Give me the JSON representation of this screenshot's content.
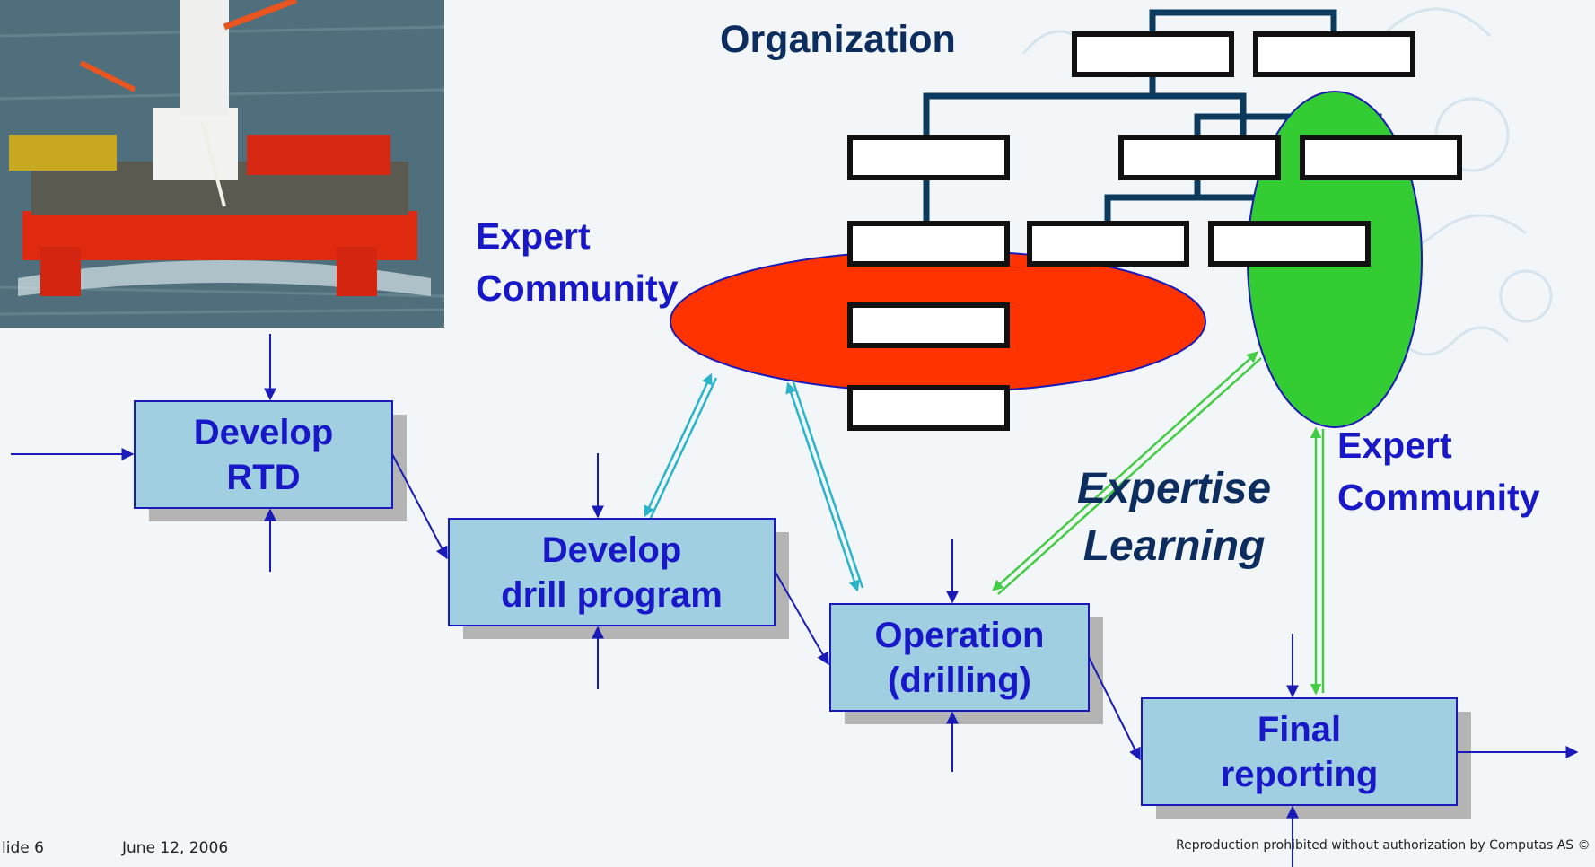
{
  "labels": {
    "organization": "Organization",
    "expert_community_left": {
      "line1": "Expert",
      "line2": "Community"
    },
    "expert_community_right": {
      "line1": "Expert",
      "line2": "Community"
    },
    "expertise_learning": {
      "line1": "Expertise",
      "line2": "Learning"
    }
  },
  "process_steps": [
    {
      "line1": "Develop",
      "line2": "RTD"
    },
    {
      "line1": "Develop",
      "line2": "drill program"
    },
    {
      "line1": "Operation",
      "line2": "(drilling)"
    },
    {
      "line1": "Final",
      "line2": "reporting"
    }
  ],
  "footer": {
    "slide": "lide 6",
    "date": "June 12, 2006",
    "copyright": "Reproduction prohibited without authorization by Computas AS ©"
  },
  "colors": {
    "box_fill": "#9fcfe1",
    "box_border": "#1a1ab8",
    "text_blue": "#1818c8",
    "text_navy": "#0c2d5e",
    "community_red": "#ff3300",
    "community_green": "#33cc33",
    "org_line": "#0b3a5c",
    "double_arrow_cyan": "#2ab4cc",
    "double_arrow_green": "#44cc44"
  }
}
